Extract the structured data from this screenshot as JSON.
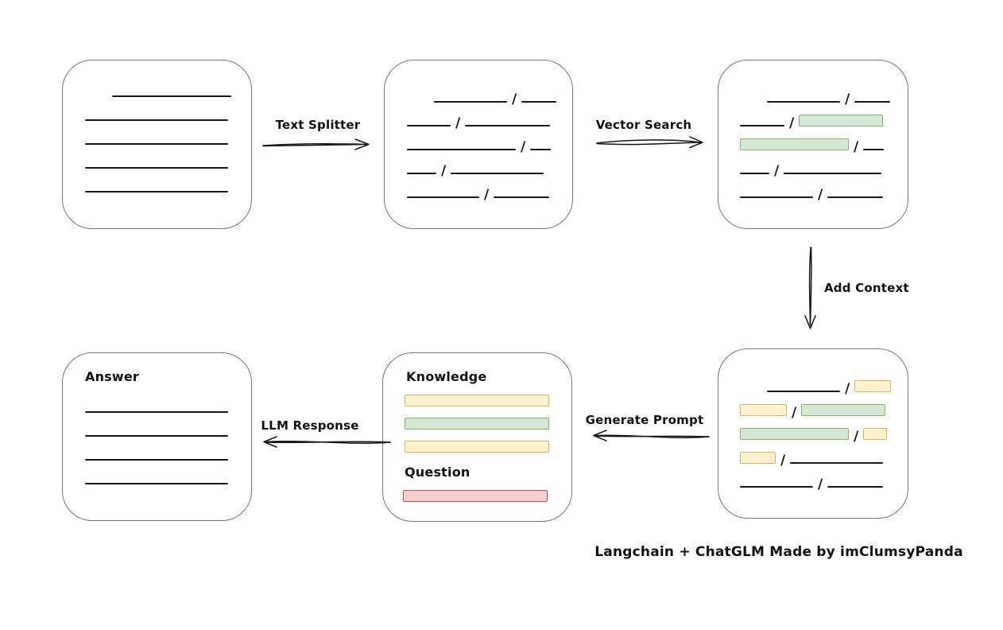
{
  "caption": "Langchain + ChatGLM Made by imClumsyPanda",
  "colors": {
    "green": {
      "fill": "#d5e8d4",
      "border": "#82b366"
    },
    "yellow": {
      "fill": "#fff2cc",
      "border": "#d6b656"
    },
    "red": {
      "fill": "#f8cecc",
      "border": "#b85450"
    },
    "box_border": "#767676",
    "ink": "#161616"
  },
  "arrows": {
    "text_splitter": {
      "label": "Text Splitter"
    },
    "vector_search": {
      "label": "Vector Search"
    },
    "add_context": {
      "label": "Add Context"
    },
    "generate_prompt": {
      "label": "Generate Prompt"
    },
    "llm_response": {
      "label": "LLM Response"
    }
  },
  "boxes": {
    "source_document": {
      "rows": [
        [
          {
            "t": "indent",
            "w": 30
          },
          {
            "t": "line",
            "w": 150
          }
        ],
        [
          {
            "t": "line",
            "w": 180
          }
        ],
        [
          {
            "t": "line",
            "w": 180
          }
        ],
        [
          {
            "t": "line",
            "w": 180
          }
        ],
        [
          {
            "t": "line",
            "w": 180
          }
        ]
      ]
    },
    "split_text": {
      "rows": [
        [
          {
            "t": "indent",
            "w": 30
          },
          {
            "t": "line",
            "w": 92
          },
          {
            "t": "slash"
          },
          {
            "t": "line",
            "w": 44
          }
        ],
        [
          {
            "t": "line",
            "w": 55
          },
          {
            "t": "slash"
          },
          {
            "t": "line",
            "w": 107
          }
        ],
        [
          {
            "t": "line",
            "w": 137
          },
          {
            "t": "slash"
          },
          {
            "t": "line",
            "w": 26
          }
        ],
        [
          {
            "t": "line",
            "w": 37
          },
          {
            "t": "slash"
          },
          {
            "t": "line",
            "w": 117
          }
        ],
        [
          {
            "t": "line",
            "w": 91
          },
          {
            "t": "slash"
          },
          {
            "t": "line",
            "w": 70
          }
        ]
      ]
    },
    "vector_search_result": {
      "rows": [
        [
          {
            "t": "indent",
            "w": 30
          },
          {
            "t": "line",
            "w": 92
          },
          {
            "t": "slash"
          },
          {
            "t": "line",
            "w": 45
          }
        ],
        [
          {
            "t": "line",
            "w": 56
          },
          {
            "t": "slash"
          },
          {
            "t": "chip",
            "c": "green",
            "w": 104
          }
        ],
        [
          {
            "t": "chip",
            "c": "green",
            "w": 135
          },
          {
            "t": "slash"
          },
          {
            "t": "line",
            "w": 26
          }
        ],
        [
          {
            "t": "line",
            "w": 37
          },
          {
            "t": "slash"
          },
          {
            "t": "line",
            "w": 123
          }
        ],
        [
          {
            "t": "line",
            "w": 92
          },
          {
            "t": "slash"
          },
          {
            "t": "line",
            "w": 70
          }
        ]
      ]
    },
    "context_added": {
      "rows": [
        [
          {
            "t": "indent",
            "w": 30
          },
          {
            "t": "line",
            "w": 92
          },
          {
            "t": "slash"
          },
          {
            "t": "chip",
            "c": "yellow",
            "w": 44
          }
        ],
        [
          {
            "t": "chip",
            "c": "yellow",
            "w": 57
          },
          {
            "t": "slash"
          },
          {
            "t": "chip",
            "c": "green",
            "w": 104
          }
        ],
        [
          {
            "t": "chip",
            "c": "green",
            "w": 135
          },
          {
            "t": "slash"
          },
          {
            "t": "chip",
            "c": "yellow",
            "w": 28
          }
        ],
        [
          {
            "t": "chip",
            "c": "yellow",
            "w": 43
          },
          {
            "t": "slash"
          },
          {
            "t": "line",
            "w": 117
          }
        ],
        [
          {
            "t": "line",
            "w": 92
          },
          {
            "t": "slash"
          },
          {
            "t": "line",
            "w": 70
          }
        ]
      ]
    },
    "prompt": {
      "knowledge_label": "Knowledge",
      "question_label": "Question",
      "knowledge_bars": [
        {
          "c": "yellow",
          "w": 180
        },
        {
          "c": "green",
          "w": 180
        },
        {
          "c": "yellow",
          "w": 180
        }
      ],
      "question_bars": [
        {
          "c": "red",
          "w": 180
        }
      ]
    },
    "answer": {
      "label": "Answer",
      "rows": [
        [
          {
            "t": "line",
            "w": 180
          }
        ],
        [
          {
            "t": "line",
            "w": 180
          }
        ],
        [
          {
            "t": "line",
            "w": 180
          }
        ],
        [
          {
            "t": "line",
            "w": 180
          }
        ]
      ]
    }
  }
}
